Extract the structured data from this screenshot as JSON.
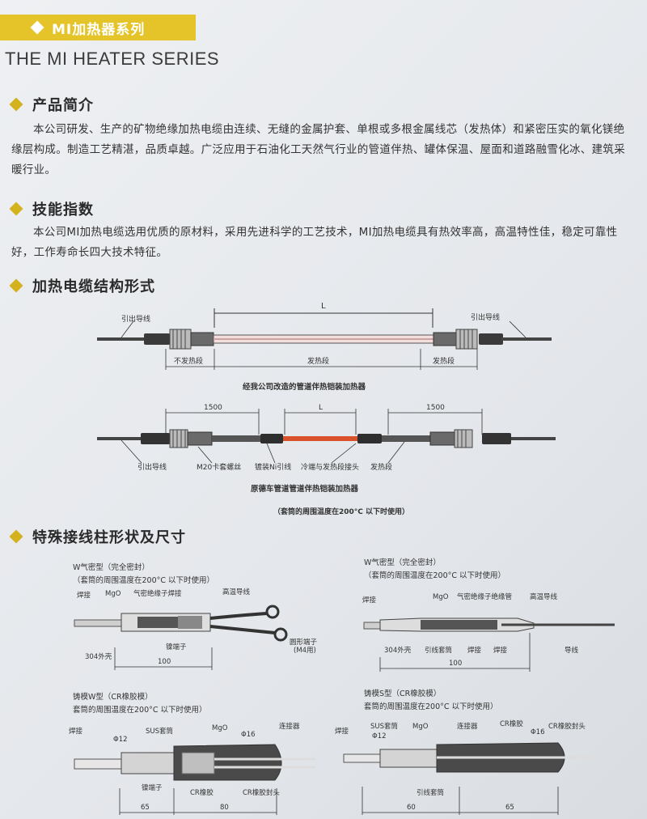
{
  "banner": {
    "title": "MI加热器系列"
  },
  "en_title": "THE MI HEATER SERIES",
  "sections": {
    "intro": {
      "heading": "产品简介",
      "text": "本公司研发、生产的矿物绝缘加热电缆由连续、无缝的金属护套、单根或多根金属线芯（发热体）和紧密压实的氧化镁绝缘层构成。制造工艺精湛，品质卓越。广泛应用于石油化工天然气行业的管道伴热、罐体保温、屋面和道路融雪化冰、建筑采暖行业。"
    },
    "specs": {
      "heading": "技能指数",
      "text": "本公司MI加热电缆选用优质的原材料，采用先进科学的工艺技术，MI加热电缆具有热效率高，高温特性佳，稳定可靠性好，工作寿命长四大技术特征。"
    },
    "structure": {
      "heading": "加热电缆结构形式",
      "diagram1": {
        "dim_L": "L",
        "lead_left": "引出导线",
        "lead_right": "引出导线",
        "cold": "不发热段",
        "heat_mid": "发热段",
        "heat_right": "发热段",
        "caption": "经我公司改造的管道伴热铠装加热器"
      },
      "diagram2": {
        "dim_left": "1500",
        "dim_L": "L",
        "dim_right": "1500",
        "lead": "引出导线",
        "fitting": "M20卡套螺丝",
        "nickel": "镀装Ni引线",
        "joint": "冷端与发热段接头",
        "heat": "发热段",
        "caption": "原德车管道管道伴热铠装加热器",
        "note": "（套筒的周围温度在200°C 以下时使用）"
      }
    },
    "terminals": {
      "heading": "特殊接线柱形状及尺寸",
      "w_air": {
        "title": "W气密型（完全密封）",
        "note": "（套筒的周围温度在200°C 以下时使用）",
        "weld": "焊接",
        "mgo": "MgO",
        "seal": "气密绝缘子焊接",
        "hi_temp": "高温导线",
        "ring": "圆形端子",
        "ring2": "(M4用)",
        "nickel_term": "镍端子",
        "shell": "304外壳",
        "dim": "100"
      },
      "s_air": {
        "title": "W气密型（完全密封）",
        "note": "（套筒的周围温度在200°C 以下时使用）",
        "weld": "焊接",
        "mgo": "MgO",
        "seal": "气密绝缘子绝缘管",
        "hi_temp": "高温导线",
        "shell": "304外壳",
        "sleeve": "引线套筒",
        "weld2": "焊接",
        "weld3": "焊接",
        "wire": "导线",
        "dim": "100"
      },
      "cast_w": {
        "title": "铸模W型（CR橡胶模）",
        "note": "套筒的周围温度在200°C 以下时使用）",
        "weld": "焊接",
        "sus": "SUS套筒",
        "phi12": "Φ12",
        "mgo": "MgO",
        "phi16": "Φ16",
        "connector": "连接器",
        "nickel_term": "镍端子",
        "cr": "CR橡胶",
        "cr_head": "CR橡胶封头",
        "dim1": "65",
        "dim2": "80"
      },
      "cast_s": {
        "title": "铸模S型（CR橡胶模）",
        "note": "套筒的周围温度在200°C 以下时使用）",
        "weld": "焊接",
        "sus": "SUS套筒",
        "phi12": "Φ12",
        "mgo": "MgO",
        "connector": "连接器",
        "cr": "CR橡胶",
        "phi16": "Φ16",
        "cr_head": "CR橡胶封头",
        "sleeve": "引线套筒",
        "dim1": "60",
        "dim2": "65"
      }
    }
  },
  "colors": {
    "banner": "#e4c428",
    "diamond": "#d4b21d",
    "heater": "#d9522b"
  }
}
